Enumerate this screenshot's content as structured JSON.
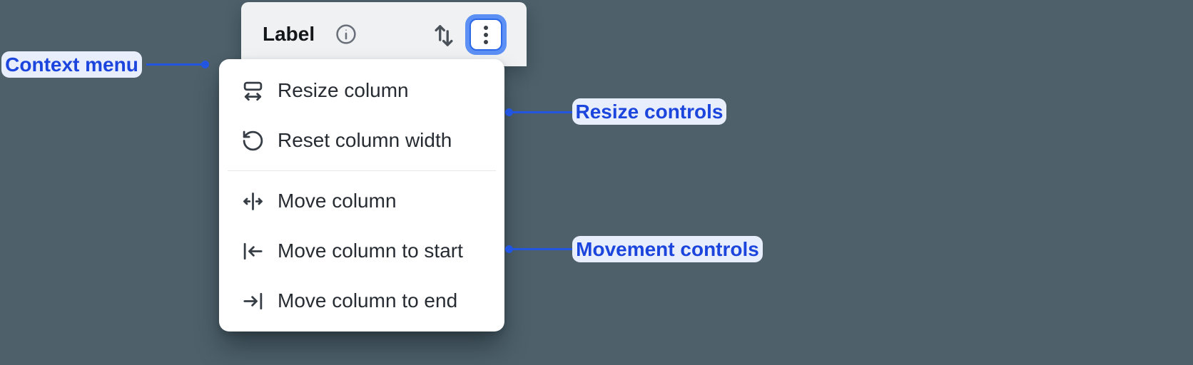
{
  "colors": {
    "page_background": "#4e616b",
    "header_background": "#eff1f3",
    "menu_background": "#ffffff",
    "accent_blue": "#2356e0",
    "callout_text_blue": "#1b45dd",
    "callout_background": "#e9eefd",
    "focus_ring_blue": "#5c90f4",
    "focus_border_blue": "#2c69e8",
    "menu_text": "#272c33",
    "icon_color": "#363d45"
  },
  "header": {
    "title": "Label",
    "icons": [
      "info-icon",
      "sort-icon",
      "kebab-menu-icon"
    ]
  },
  "context_menu": {
    "items": [
      {
        "label": "Resize column",
        "icon": "resize-column-icon"
      },
      {
        "label": "Reset column width",
        "icon": "reset-column-width-icon"
      },
      {
        "label": "Move column",
        "icon": "move-column-icon"
      },
      {
        "label": "Move column to start",
        "icon": "move-column-to-start-icon"
      },
      {
        "label": "Move column to end",
        "icon": "move-column-to-end-icon"
      }
    ],
    "divider_after_index": 1
  },
  "annotations": {
    "context_menu_label": "Context menu",
    "resize_controls_label": "Resize controls",
    "movement_controls_label": "Movement controls"
  }
}
